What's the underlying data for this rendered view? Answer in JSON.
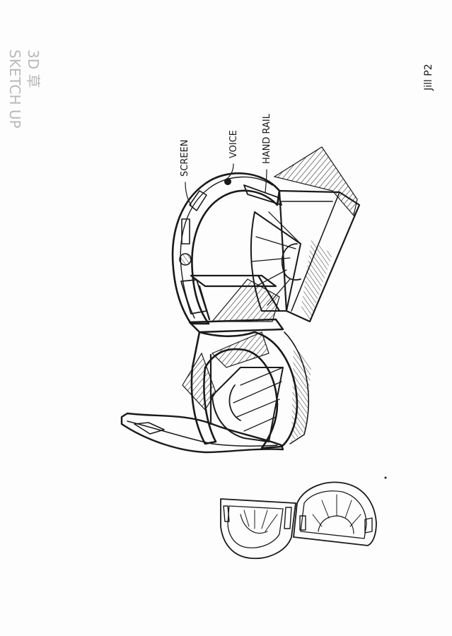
{
  "annotations": {
    "screen": "SCREEN",
    "voice": "VOICE",
    "hand_rail": "HAND RAIL"
  },
  "corner_note": "Jill P2",
  "faint_note": {
    "line1": "SKETCH UP",
    "line2": "3D 草"
  },
  "colors": {
    "ink": "#1a1a1a",
    "paper": "#fdfdfd",
    "faint": "#b9b9b9"
  }
}
